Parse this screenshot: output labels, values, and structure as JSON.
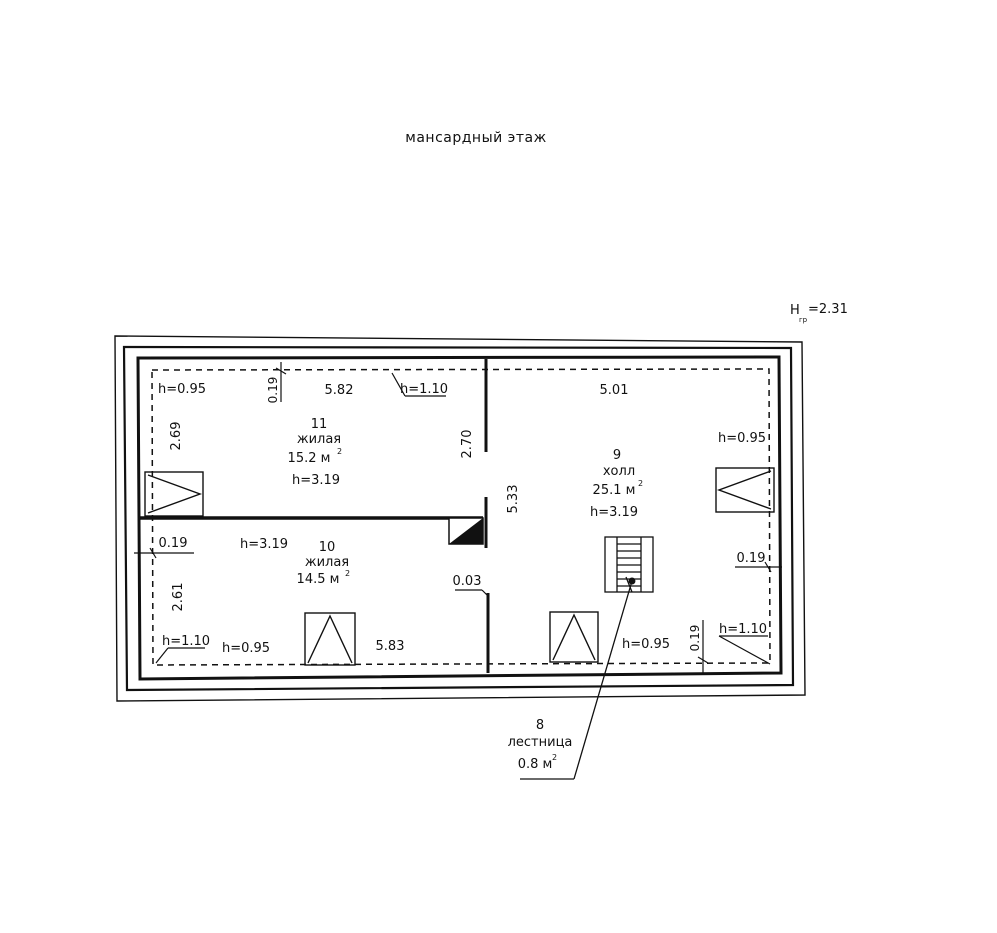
{
  "title": "мансардный этаж",
  "height_marker": {
    "symbol": "H",
    "subscript": "гр",
    "value": "=2.31"
  },
  "rooms": {
    "r11": {
      "number": "11",
      "name": "жилая",
      "area": "15.2 м",
      "area_sup": "2",
      "height": "h=3.19"
    },
    "r10": {
      "number": "10",
      "name": "жилая",
      "area": "14.5 м",
      "area_sup": "2",
      "height": "h=3.19"
    },
    "r9": {
      "number": "9",
      "name": "холл",
      "area": "25.1 м",
      "area_sup": "2",
      "height": "h=3.19"
    },
    "r8": {
      "number": "8",
      "name": "лестница",
      "area": "0.8 м",
      "area_sup": "2"
    }
  },
  "dimensions": {
    "d582": "5.82",
    "d501": "5.01",
    "d583": "5.83",
    "d269": "2.69",
    "d270": "2.70",
    "d261": "2.61",
    "d533": "5.33",
    "d019_top": "0.19",
    "d019_left": "0.19",
    "d019_right": "0.19",
    "d019_bottom": "0.19",
    "d003": "0.03"
  },
  "heights": {
    "h095_tl": "h=0.95",
    "h110_top": "h=1.10",
    "h095_tr": "h=0.95",
    "h110_bl": "h=1.10",
    "h095_bl": "h=0.95",
    "h095_br": "h=0.95",
    "h110_br": "h=1.10"
  }
}
